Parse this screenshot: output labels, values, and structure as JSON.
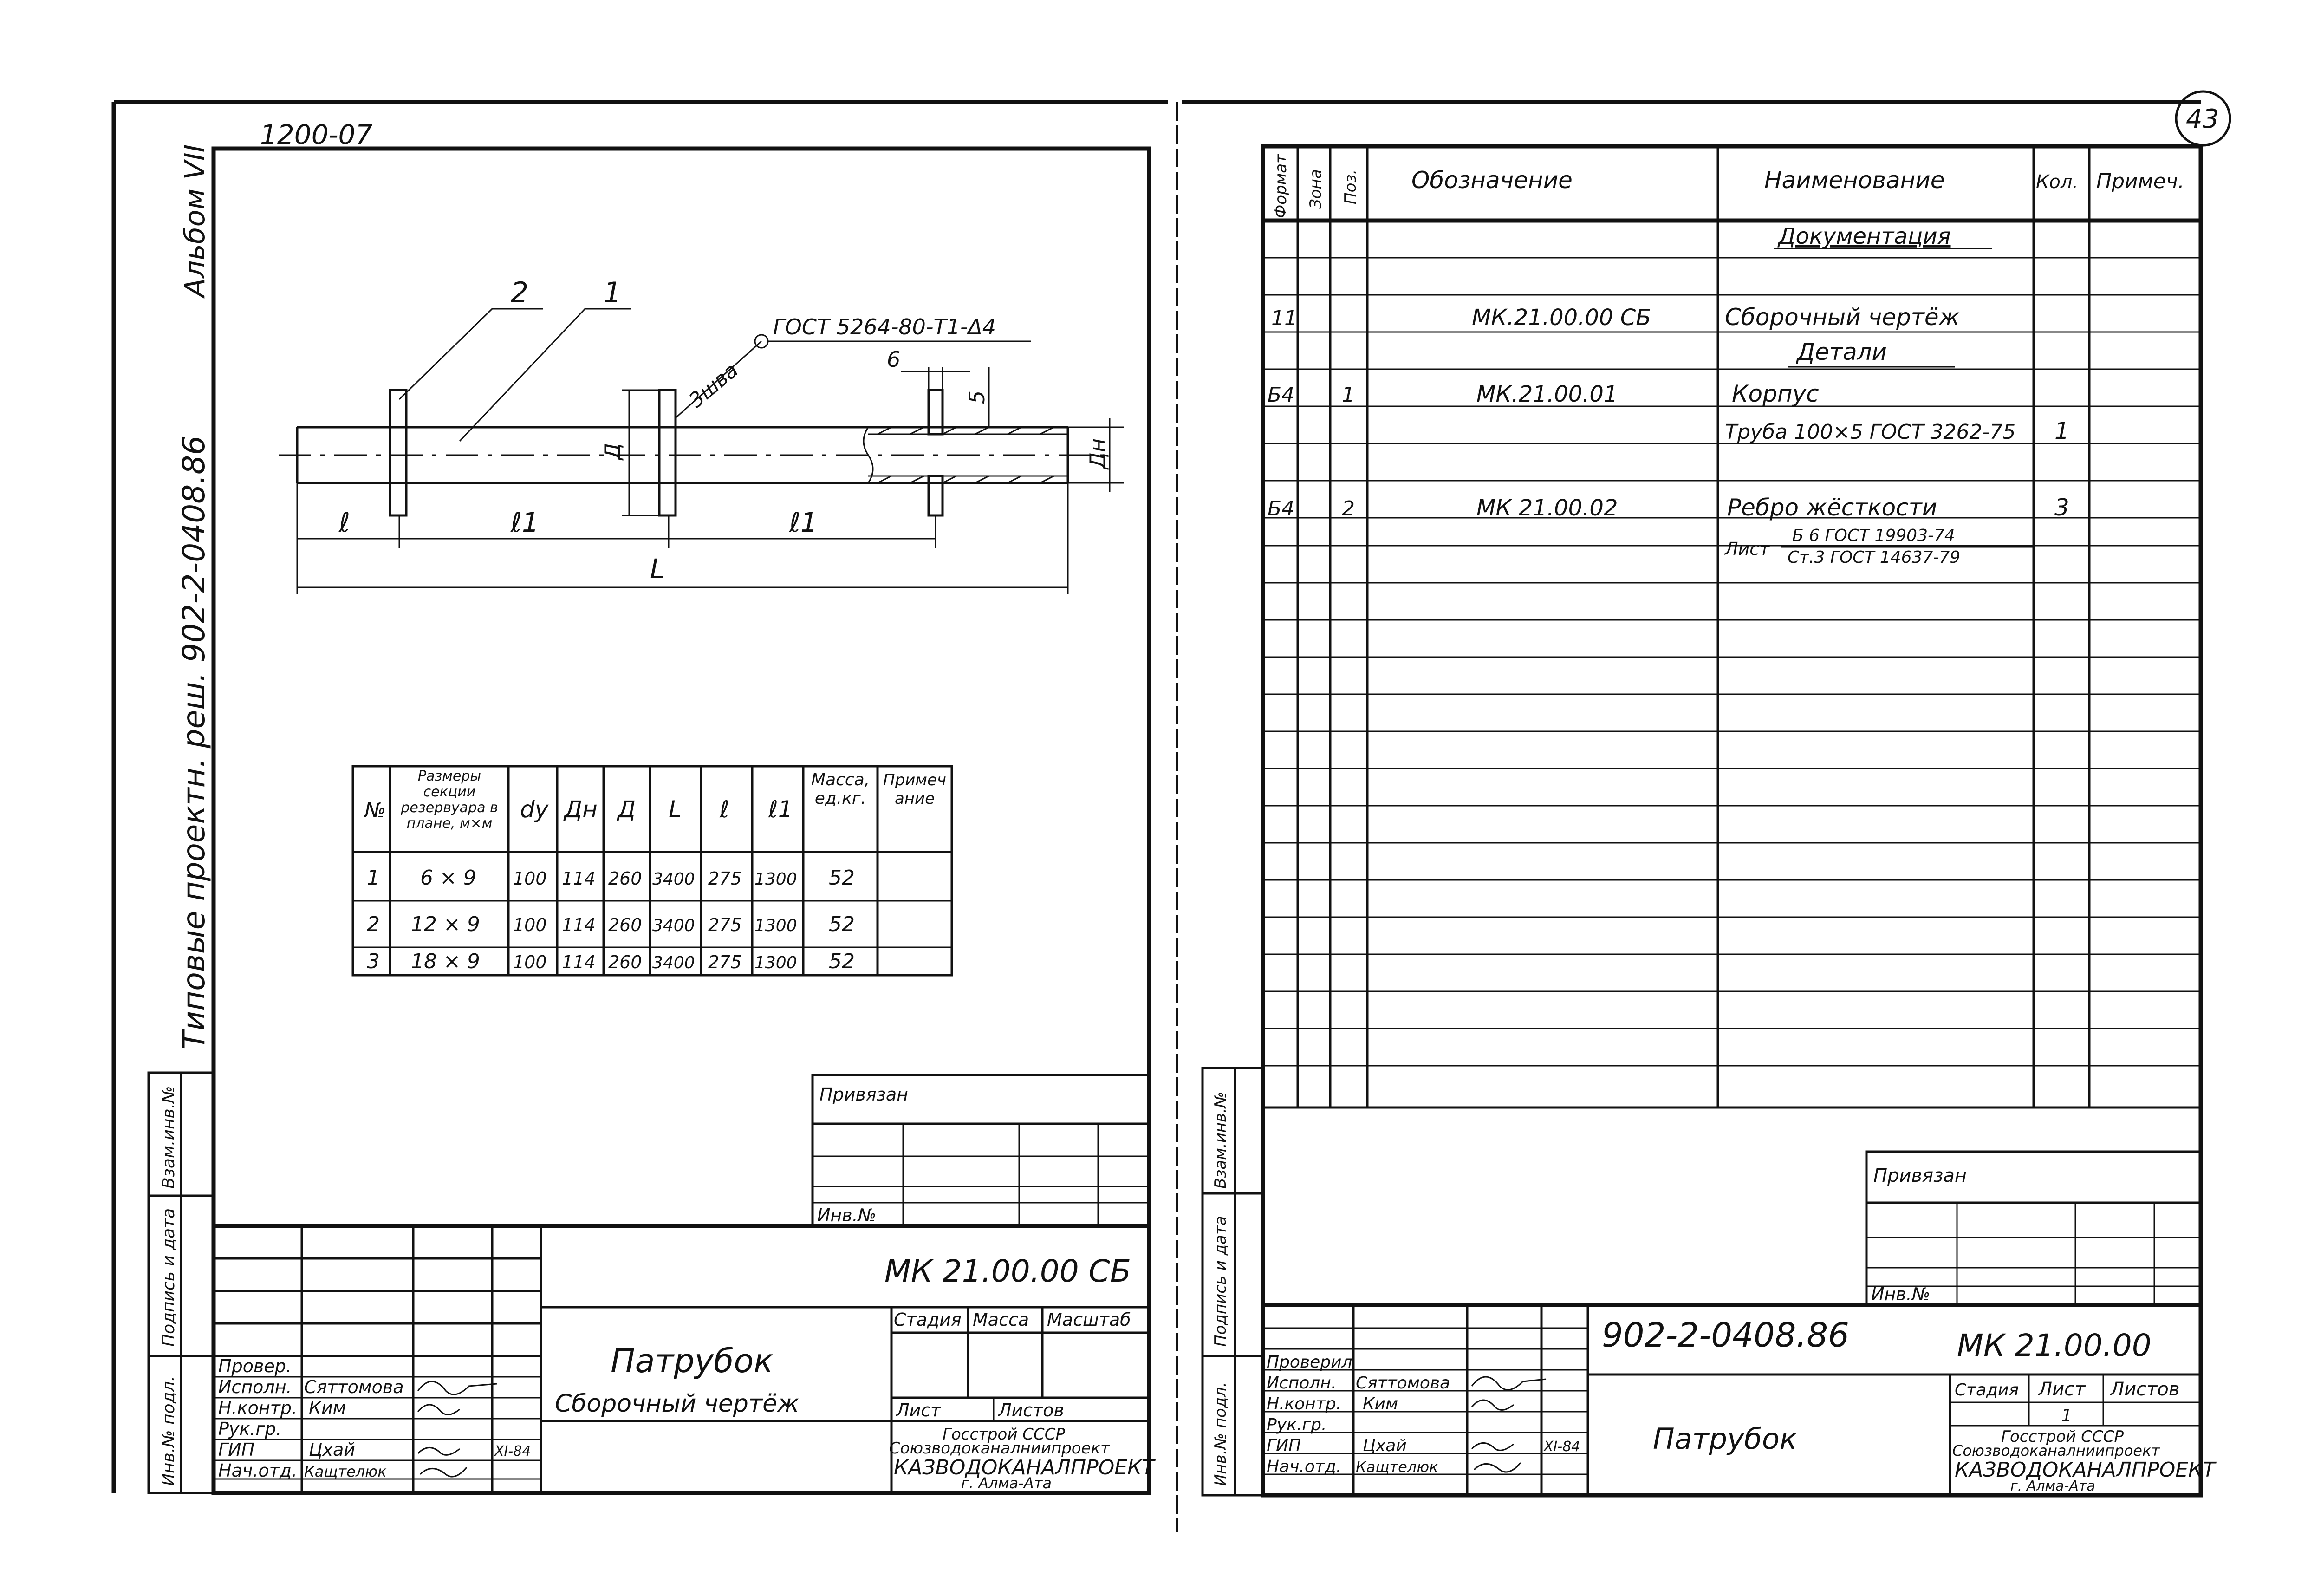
{
  "page_number": "43",
  "left_sheet": {
    "sheet_code": "1200-07",
    "album": "Альбом VII",
    "project_ref": "Типовые проектн. реш. 902-2-0408.86",
    "side_labels": [
      "Инв.№ подл.",
      "Подпись и дата",
      "Взам.инв.№"
    ],
    "drawing": {
      "callout_1": "1",
      "callout_2": "2",
      "weld_label": "3шва",
      "weld_spec": "ГОСТ 5264-80-Т1-Δ4",
      "dim_6": "6",
      "dim_5": "5",
      "dim_D": "Д",
      "dim_Dn": "Дн",
      "dim_l": "ℓ",
      "dim_l1_a": "ℓ1",
      "dim_l1_b": "ℓ1",
      "dim_L": "L"
    },
    "table": {
      "headers": [
        "№",
        "Размеры секции резервуара в плане, м×м",
        "dу",
        "Дн",
        "Д",
        "L",
        "ℓ",
        "ℓ1",
        "Масса, ед.кг.",
        "Примечание"
      ],
      "rows": [
        [
          "1",
          "6 × 9",
          "100",
          "114",
          "260",
          "3400",
          "275",
          "1300",
          "52",
          ""
        ],
        [
          "2",
          "12 × 9",
          "100",
          "114",
          "260",
          "3400",
          "275",
          "1300",
          "52",
          ""
        ],
        [
          "3",
          "18 × 9",
          "100",
          "114",
          "260",
          "3400",
          "275",
          "1300",
          "52",
          ""
        ]
      ]
    },
    "bound": {
      "label": "Привязан",
      "inv_label": "Инв.№"
    },
    "title_block": {
      "code": "МК 21.00.00 СБ",
      "name": "Патрубок",
      "subtitle": "Сборочный чертёж",
      "stage_label": "Стадия",
      "mass_label": "Масса",
      "scale_label": "Масштаб",
      "sheet_label": "Лист",
      "sheets_label": "Листов",
      "org_1": "Госстрой СССР",
      "org_2": "Союзводоканалниипроект",
      "org_3": "КАЗВОДОКАНАЛПРОЕКТ",
      "org_4": "г. Алма-Ата",
      "roles": [
        "Провер.",
        "Исполн.",
        "Н.контр.",
        "Рук.гр.",
        "ГИП",
        "Нач.отд."
      ],
      "names": [
        "",
        "Сяттомова",
        "Ким",
        "",
        "Цхай",
        "Кащтелюк"
      ],
      "date": "XI-84"
    }
  },
  "right_sheet": {
    "side_labels": [
      "Инв.№ подл.",
      "Подпись и дата",
      "Взам.инв.№"
    ],
    "spec_headers": [
      "Формат",
      "Зона",
      "Поз.",
      "Обозначение",
      "Наименование",
      "Кол.",
      "Примеч."
    ],
    "spec_rows": [
      {
        "format": "",
        "pos": "",
        "designation": "",
        "name": "Документация",
        "qty": "",
        "note": ""
      },
      {
        "format": "",
        "pos": "",
        "designation": "",
        "name": "",
        "qty": "",
        "note": ""
      },
      {
        "format": "11",
        "pos": "",
        "designation": "МК.21.00.00 СБ",
        "name": "Сборочный чертёж",
        "qty": "",
        "note": ""
      },
      {
        "format": "",
        "pos": "",
        "designation": "",
        "name": "Детали",
        "qty": "",
        "note": ""
      },
      {
        "format": "Б4",
        "pos": "1",
        "designation": "МК.21.00.01",
        "name": "Корпус",
        "qty": "",
        "note": ""
      },
      {
        "format": "",
        "pos": "",
        "designation": "",
        "name": "Труба 100×5 ГОСТ 3262-75",
        "qty": "1",
        "note": ""
      },
      {
        "format": "",
        "pos": "",
        "designation": "",
        "name": "",
        "qty": "",
        "note": ""
      },
      {
        "format": "Б4",
        "pos": "2",
        "designation": "МК 21.00.02",
        "name": "Ребро жёсткости",
        "qty": "3",
        "note": ""
      }
    ],
    "plate_spec_top": "Б 6 ГОСТ 19903-74",
    "plate_spec_prefix": "Лист",
    "plate_spec_bottom": "Ст.3 ГОСТ 14637-79",
    "bound": {
      "label": "Привязан",
      "inv_label": "Инв.№"
    },
    "title_block": {
      "project": "902-2-0408.86",
      "code": "МК 21.00.00",
      "name": "Патрубок",
      "stage_label": "Стадия",
      "sheet_label": "Лист",
      "sheets_label": "Листов",
      "sheet_value": "1",
      "org_1": "Госстрой СССР",
      "org_2": "Союзводоканалниипроект",
      "org_3": "КАЗВОДОКАНАЛПРОЕКТ",
      "org_4": "г. Алма-Ата",
      "roles": [
        "Проверил",
        "Исполн.",
        "Н.контр.",
        "Рук.гр.",
        "ГИП",
        "Нач.отд."
      ],
      "names": [
        "",
        "Сяттомова",
        "Ким",
        "",
        "Цхай",
        "Кащтелюк"
      ],
      "date": "XI-84"
    }
  }
}
